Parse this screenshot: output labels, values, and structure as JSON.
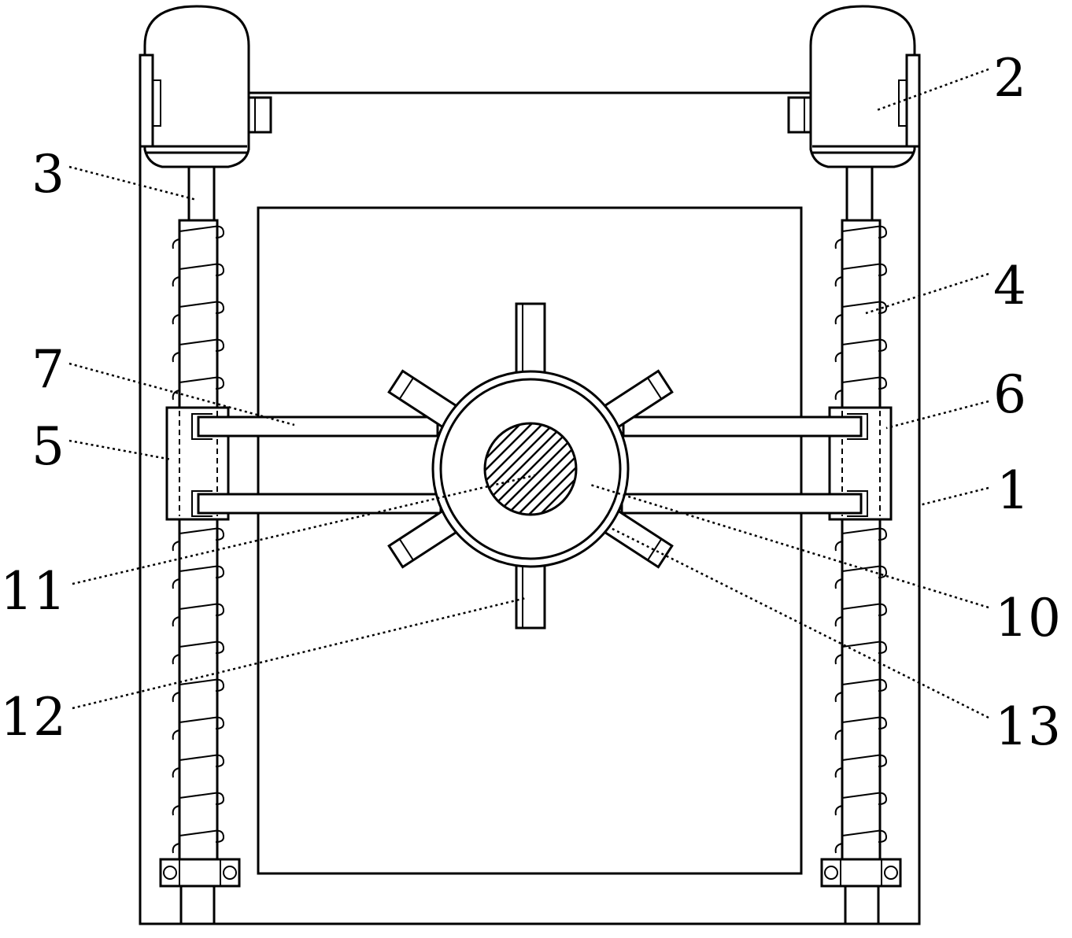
{
  "diagram": {
    "callouts": [
      {
        "id": "1",
        "label": "1"
      },
      {
        "id": "2",
        "label": "2"
      },
      {
        "id": "3",
        "label": "3"
      },
      {
        "id": "4",
        "label": "4"
      },
      {
        "id": "5",
        "label": "5"
      },
      {
        "id": "6",
        "label": "6"
      },
      {
        "id": "7",
        "label": "7"
      },
      {
        "id": "10",
        "label": "10"
      },
      {
        "id": "11",
        "label": "11"
      },
      {
        "id": "12",
        "label": "12"
      },
      {
        "id": "13",
        "label": "13"
      }
    ]
  }
}
